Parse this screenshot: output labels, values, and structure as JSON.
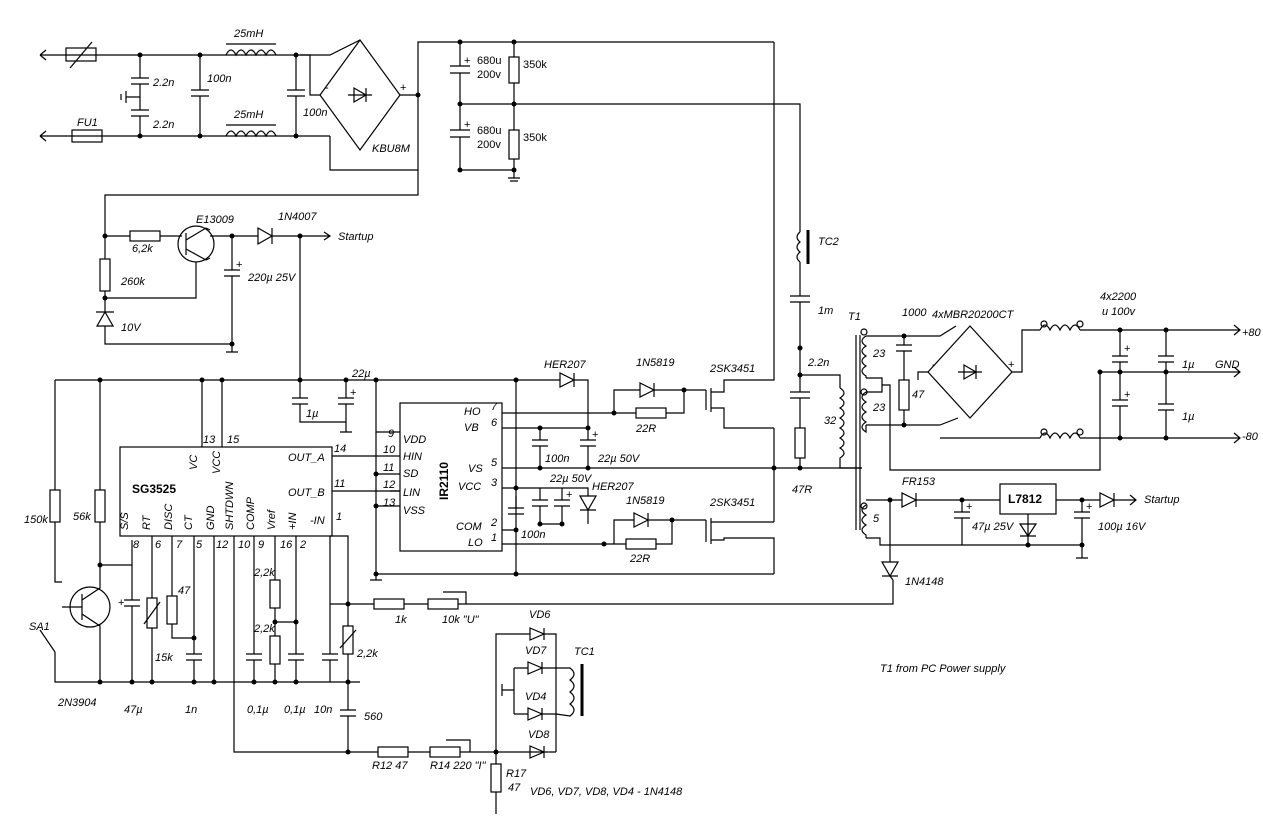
{
  "input": {
    "fuse": "FU1",
    "y_cap_1": "2.2n",
    "y_cap_2": "2.2n",
    "x_cap_1": "100n",
    "x_cap_2": "100n",
    "choke_1": "25mH",
    "choke_2": "25mH",
    "bridge": "KBU8M",
    "bridge_plus": "+",
    "bridge_minus": "-"
  },
  "bus": {
    "cap_top": "680u",
    "cap_top_v": "200v",
    "cap_bot": "680u",
    "cap_bot_v": "200v",
    "res_top": "350k",
    "res_bot": "350k"
  },
  "startup": {
    "transistor": "E13009",
    "diode": "1N4007",
    "res_base": "6,2k",
    "res_pull": "260k",
    "zener": "10V",
    "cap": "220µ 25V",
    "label": "Startup"
  },
  "sg3525": {
    "name": "SG3525",
    "pins": {
      "vc": "VC",
      "vcc": "VCC",
      "out_a": "OUT_A",
      "out_b": "OUT_B",
      "ss": "S/S",
      "rt": "RT",
      "disc": "DISC",
      "ct": "CT",
      "gnd": "GND",
      "shtdwn": "SHTDWN",
      "comp": "COMP",
      "vref": "Vref",
      "inp": "+IN",
      "inm": "-IN"
    },
    "pin_numbers": {
      "p13": "13",
      "p15": "15",
      "p14": "14",
      "p11": "11",
      "p8": "8",
      "p6": "6",
      "p7": "7",
      "p5": "5",
      "p12": "12",
      "p10": "10",
      "p9": "9",
      "p16": "16",
      "p2": "2",
      "p1": "1"
    }
  },
  "ir2110": {
    "name": "IR2110",
    "pins": {
      "ho": "HO",
      "vb": "VB",
      "vdd": "VDD",
      "hin": "HIN",
      "sd": "SD",
      "lin": "LIN",
      "vss": "VSS",
      "vs": "VS",
      "vcc": "VCC",
      "com": "COM",
      "lo": "LO"
    },
    "pin_numbers": {
      "p7": "7",
      "p6": "6",
      "p9": "9",
      "p10": "10",
      "p11": "11",
      "p12": "12",
      "p13": "13",
      "p5": "5",
      "p3": "3",
      "p2": "2",
      "p1": "1"
    }
  },
  "driver": {
    "diode_boot": "HER207",
    "diode_low": "HER207",
    "schottky_hi": "1N5819",
    "schottky_lo": "1N5819",
    "gate_res_hi": "22R",
    "gate_res_lo": "22R",
    "mosfet_hi": "2SK3451",
    "mosfet_lo": "2SK3451",
    "cap_vdd": "22µ",
    "cap_1u": "1µ",
    "cap_boot_100n": "100n",
    "cap_boot": "22µ 50V",
    "cap_vcc": "22µ 50V",
    "cap_vcc_100n": "100n"
  },
  "output_stage": {
    "tc2": "TC2",
    "cap_1m": "1m",
    "snub_cap": "2.2n",
    "snub_res": "47R",
    "t1": "T1",
    "primary_turns": "32",
    "sec_turns_1": "23",
    "sec_turns_2": "23",
    "aux_turns": "5",
    "snub2_cap": "1000",
    "snub2_res": "47",
    "rectifier": "4xMBR20200CT",
    "out_caps": "4x2200",
    "out_caps_v": "u 100v",
    "out_cap_1u_a": "1µ",
    "out_cap_1u_b": "1µ",
    "out_pos": "+80",
    "out_gnd": "GND",
    "out_neg": "-80"
  },
  "aux": {
    "diode": "FR153",
    "regulator": "L7812",
    "cap_in": "47µ 25V",
    "cap_out": "100µ 16V",
    "startup_label": "Startup",
    "diode_fb": "1N4148"
  },
  "feedback": {
    "r_150k": "150k",
    "r_56k": "56k",
    "switch": "SA1",
    "transistor": "2N3904",
    "cap_ss": "47µ",
    "r_15k": "15k",
    "r_47": "47",
    "cap_ct": "1n",
    "r_2k2_a": "2,2k",
    "r_2k2_b": "2,2k",
    "r_2k2_c": "2,2k",
    "cap_comp": "0,1µ",
    "cap_in": "0,1µ",
    "cap_10n": "10n",
    "cap_560": "560",
    "r_1k": "1k",
    "pot_u": "10k \"U\"",
    "r12": "R12  47",
    "r14": "R14  220 \"I\"",
    "r17": "R17",
    "r17_val": "47",
    "tc1": "TC1",
    "vd6": "VD6",
    "vd7": "VD7",
    "vd4": "VD4",
    "vd8": "VD8",
    "diode_note": "VD6, VD7, VD8, VD4 - 1N4148"
  },
  "note": "T1 from PC Power supply"
}
